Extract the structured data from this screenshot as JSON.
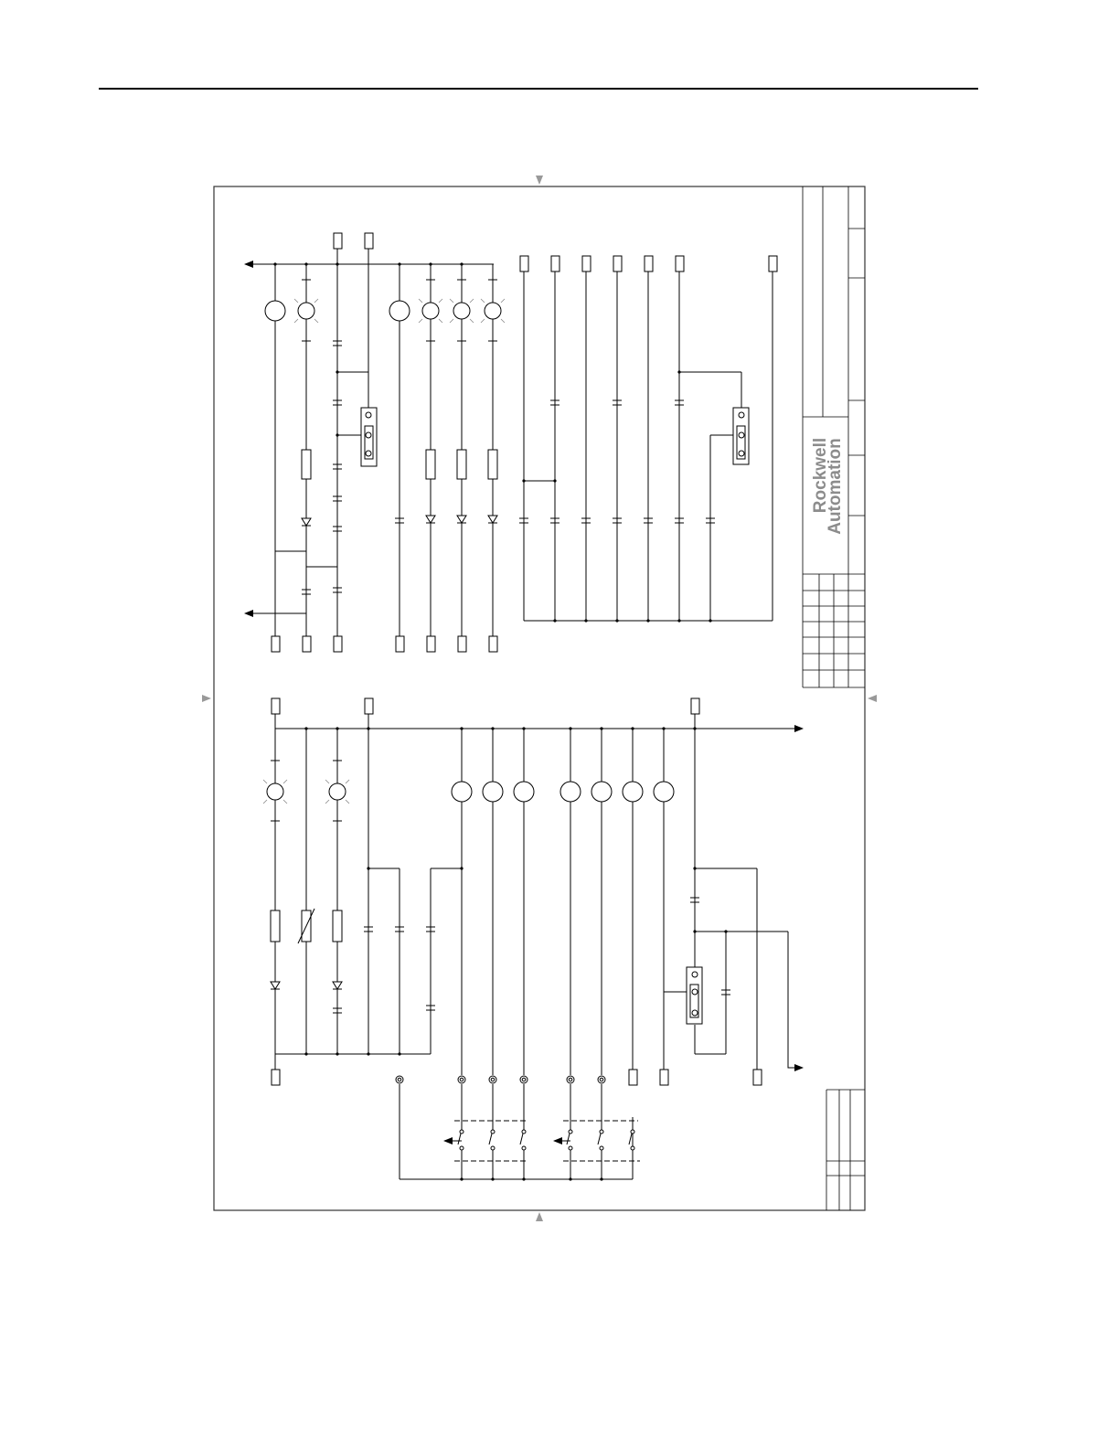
{
  "page": {
    "type": "electrical schematic drawing sheet (rotated 90 degrees)"
  },
  "title_block": {
    "logo_line1": "Rockwell",
    "logo_line2": "Automation"
  },
  "colors": {
    "line": "#000000",
    "rule": "#000000",
    "frame": "#333333",
    "marker": "#999999",
    "logo": "#8c8c8c",
    "background": "#ffffff"
  },
  "icons": [
    "frame-center-marker-icon",
    "lamp-icon",
    "coil-icon",
    "diode-icon",
    "resistor-icon",
    "varistor-icon",
    "contact-icon",
    "terminal-icon",
    "selector-switch-icon",
    "arrow-icon"
  ]
}
